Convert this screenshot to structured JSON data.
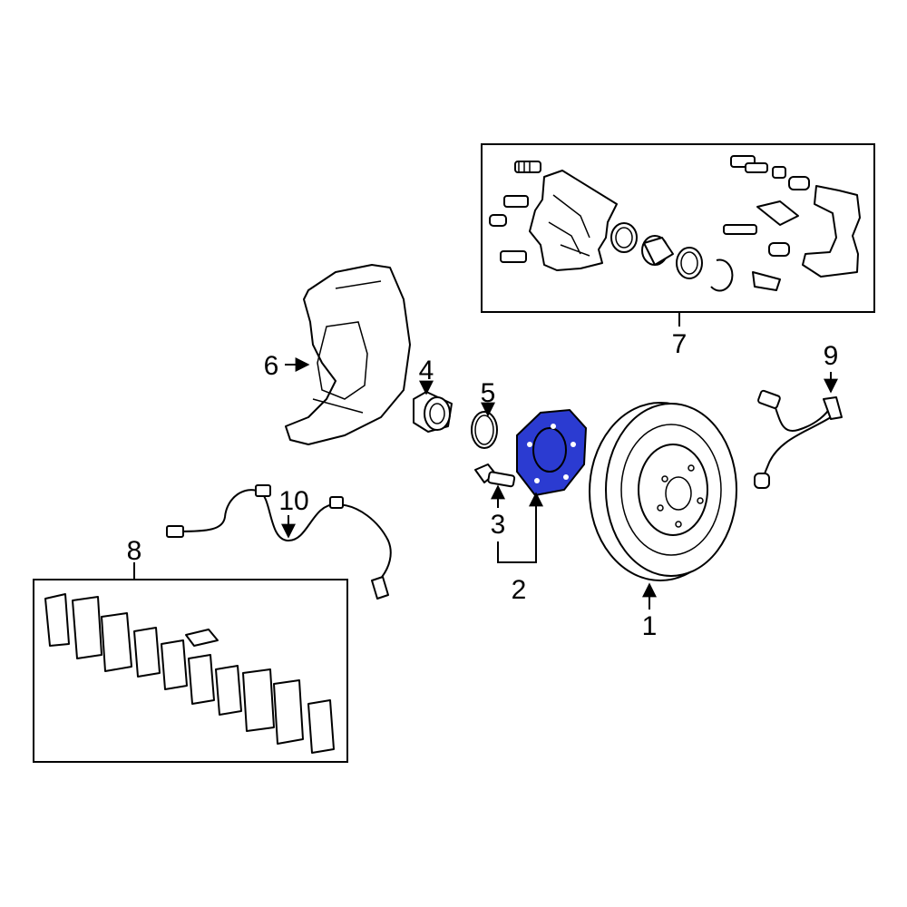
{
  "callouts": {
    "p1": "1",
    "p2": "2",
    "p3": "3",
    "p4": "4",
    "p5": "5",
    "p6": "6",
    "p7": "7",
    "p8": "8",
    "p9": "9",
    "p10": "10"
  },
  "colors": {
    "highlight": "#2b3bd1",
    "line": "#000000",
    "background": "#ffffff"
  }
}
